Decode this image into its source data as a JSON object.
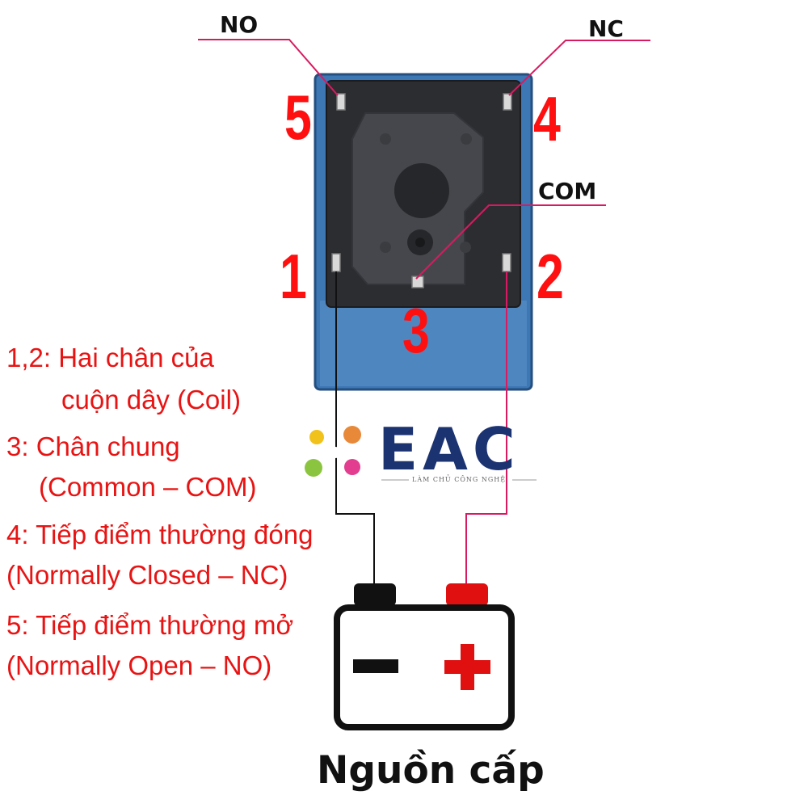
{
  "pins": {
    "no_label": "NO",
    "nc_label": "NC",
    "com_label": "COM",
    "num_1": "1",
    "num_2": "2",
    "num_3": "3",
    "num_4": "4",
    "num_5": "5"
  },
  "legend": {
    "line1": "1,2: Hai chân của",
    "line2": "cuộn dây (Coil)",
    "line3": "3: Chân chung",
    "line4": "(Common – COM)",
    "line5": "4: Tiếp điểm thường đóng",
    "line6": "(Normally Closed – NC)",
    "line7": "5: Tiếp điểm thường mở",
    "line8": "(Normally Open – NO)"
  },
  "logo": {
    "brand": "EAC",
    "tagline": "LÀM CHỦ CÔNG NGHỆ"
  },
  "battery": {
    "caption": "Nguồn cấp"
  },
  "colors": {
    "leader_line": "#d81b60",
    "pin_number": "#ff1010",
    "legend_text": "#e81414",
    "relay_body": "#2f6aa8",
    "brand": "#1c3372",
    "positive_terminal": "#e01010"
  }
}
